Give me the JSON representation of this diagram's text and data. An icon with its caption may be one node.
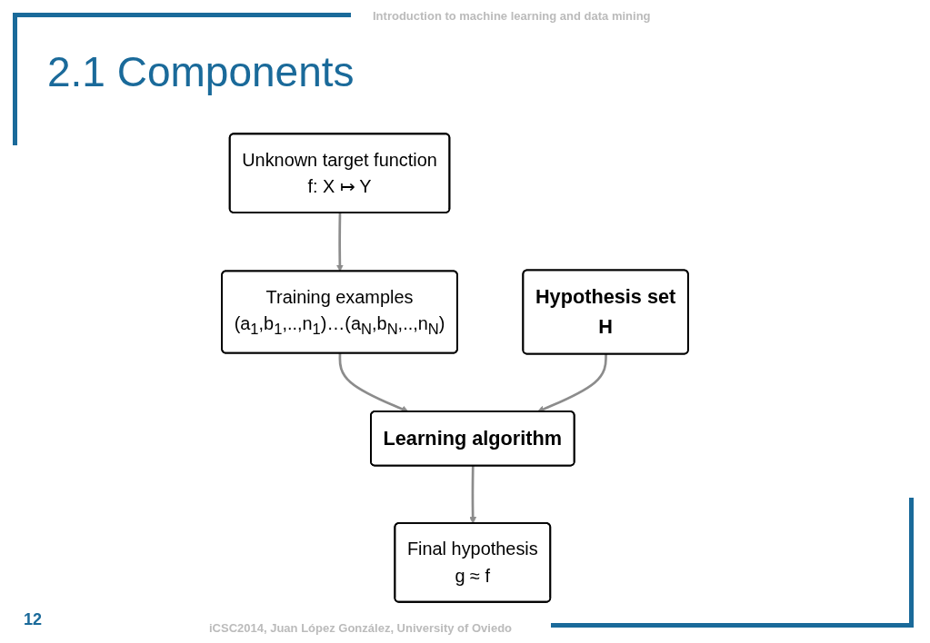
{
  "diagram": {
    "title": "2.1 Components",
    "nodes": [
      {
        "text": [
          "Unknown target function",
          "f: X ↦ Y"
        ]
      },
      {
        "text": [
          "Training examples",
          "(a$_{1}$,b$_{1}$,..,n$_{1}$)…(a$_{N}$,b$_{N}$,..,n$_{N}$)"
        ]
      },
      {
        "text": [
          "Learning algorithm"
        ]
      },
      {
        "text": [
          "Hypothesis set",
          "H"
        ]
      },
      {
        "text": [
          "Final hypothesis",
          "g ≈ f"
        ]
      }
    ],
    "edges": [
      {
        "from": 0,
        "to": 1,
        "arrow": "to"
      },
      {
        "from": 1,
        "to": 2,
        "arrow": "to"
      },
      {
        "from": 3,
        "to": 2,
        "arrow": "to"
      },
      {
        "from": 2,
        "to": 4,
        "arrow": "to"
      }
    ],
    "labels": [
      "Introduction to machine learning and data mining",
      "12",
      "iCSC2014, Juan López González, University of Oviedo"
    ]
  }
}
